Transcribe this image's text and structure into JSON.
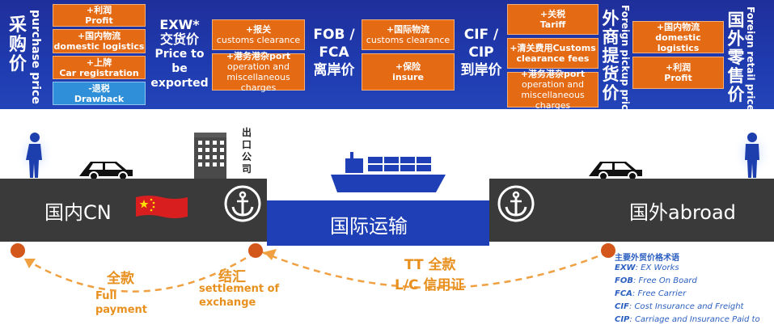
{
  "left_title": {
    "cn": "采购价",
    "en": "purchase price"
  },
  "purchase_boxes": [
    {
      "cn": "+利润",
      "en": "Profit"
    },
    {
      "cn": "+国内物流",
      "en": "domestic logistics"
    },
    {
      "cn": "+上牌",
      "en": "Car registration"
    },
    {
      "cn": "-退税",
      "en": "Drawback"
    }
  ],
  "exw": {
    "line1": "EXW*",
    "line2": "交货价",
    "line3": "Price to be",
    "line4": "exported"
  },
  "exw_boxes": [
    {
      "cn": "+报关",
      "en": "customs clearance"
    },
    {
      "cn": "+港务港杂port",
      "en": "operation and",
      "en2": "miscellaneous charges"
    }
  ],
  "fob": {
    "line1": "FOB /",
    "line2": "FCA",
    "line3": "离岸价"
  },
  "fob_boxes": [
    {
      "cn": "+国际物流",
      "en": "customs clearance"
    },
    {
      "cn": "+保险",
      "en": "insure"
    }
  ],
  "cif": {
    "line1": "CIF /",
    "line2": "CIP",
    "line3": "到岸价"
  },
  "cif_boxes": [
    {
      "cn": "+关税",
      "en": "Tariff"
    },
    {
      "cn": "+清关费用Customs",
      "en": "clearance fees"
    },
    {
      "cn": "+港务港杂port",
      "en": "operation and",
      "en2": "miscellaneous charges"
    }
  ],
  "foreign_pickup": {
    "cn": "外商提货价",
    "en": "Foreign pickup price"
  },
  "retail_boxes": [
    {
      "cn": "+国内物流",
      "en": "domestic logistics"
    },
    {
      "cn": "+利润",
      "en": "Profit"
    }
  ],
  "foreign_retail": {
    "cn": "国外零售价",
    "en": "Foreign retail price"
  },
  "scene": {
    "domestic_label": "国内CN",
    "abroad_label": "国外abroad",
    "transport_label": "国际运输",
    "export_company": "出口公司"
  },
  "flow": {
    "full_payment_cn": "全款",
    "full_payment_en1": "Full",
    "full_payment_en2": "payment",
    "settlement_cn": "结汇",
    "settlement_en1": "settlement of",
    "settlement_en2": "exchange",
    "tt_label": "TT 全款",
    "lc_label": "L/C 信用证"
  },
  "legend": {
    "title": "主要外贸价格术语",
    "rows": [
      {
        "abbr": "EXW",
        "desc": ": EX Works"
      },
      {
        "abbr": "FOB",
        "desc": ": Free On Board"
      },
      {
        "abbr": "FCA",
        "desc": ": Free Carrier"
      },
      {
        "abbr": "CIF",
        "desc": ": Cost Insurance and Freight"
      },
      {
        "abbr": "CIP",
        "desc": ": Carriage and Insurance Paid to"
      }
    ]
  },
  "colors": {
    "band": "#1f3bb0",
    "orange_box": "#e46a14",
    "blue_box": "#2f8fd8",
    "dark_band": "#3a3a3a",
    "transport_band": "#1e3fb5",
    "flow_orange": "#e8901e"
  }
}
